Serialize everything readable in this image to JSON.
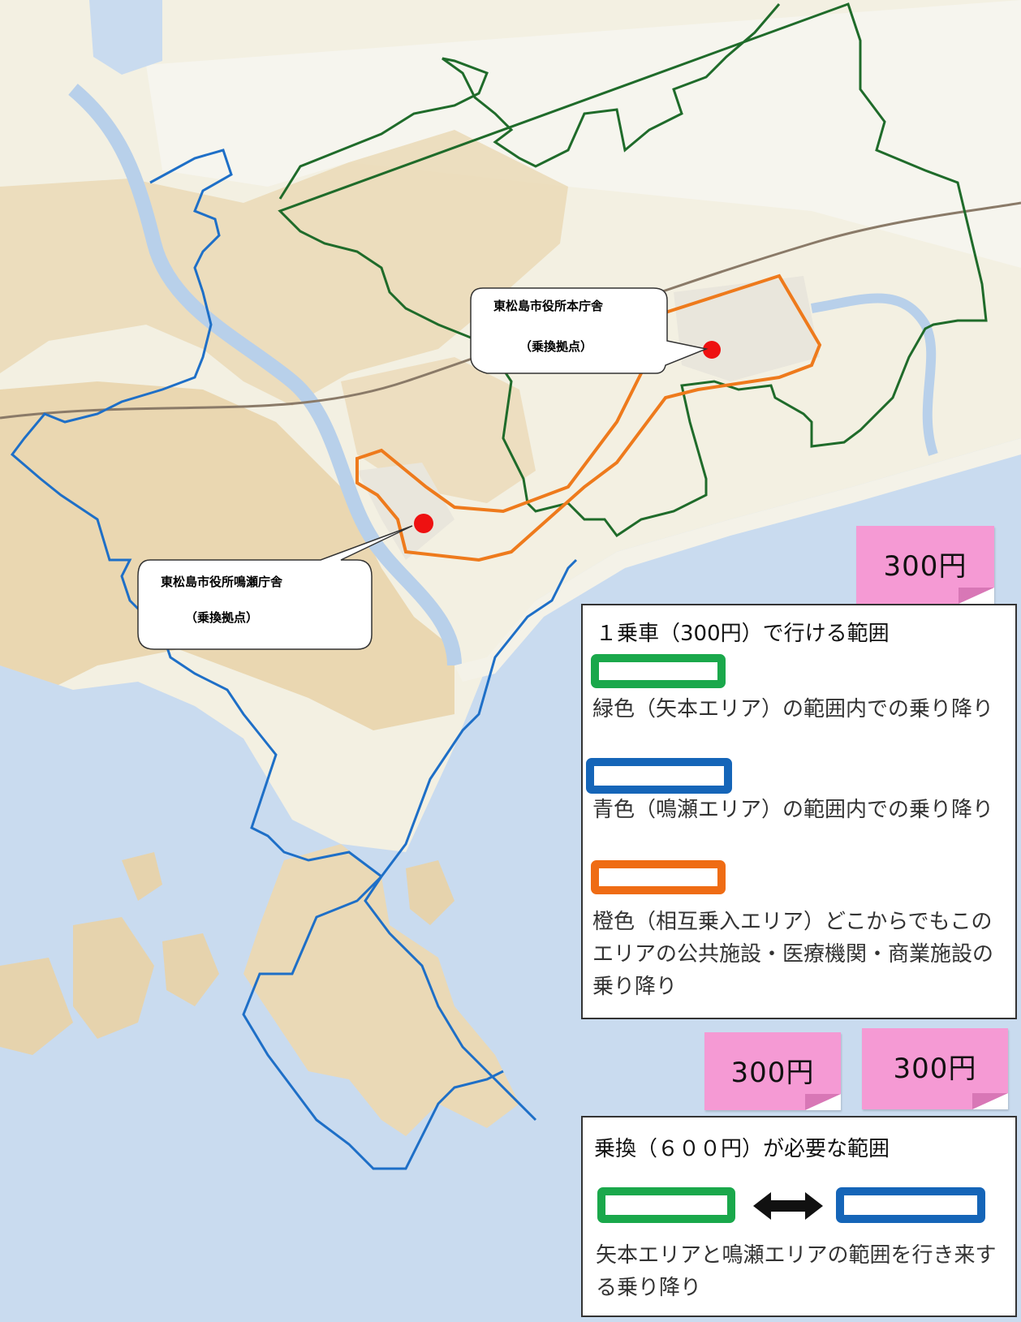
{
  "colors": {
    "green": "#1aa84b",
    "blue": "#1565b8",
    "orange": "#ef6c14",
    "pink": "#f59ad4",
    "map_bg": "#f3f0e2",
    "sea": "#c9dbef",
    "land": "#ead9b6",
    "paddy": "#f1efe6",
    "green_line": "#1f6b2a",
    "blue_line": "#1e6fc7",
    "orange_line": "#ee7a1c",
    "marker": "#ee1111"
  },
  "callouts": [
    {
      "id": "honcho",
      "name": "東松島市役所本庁舎",
      "sub": "（乗換拠点）"
    },
    {
      "id": "naruse",
      "name": "東松島市役所鳴瀬庁舎",
      "sub": "（乗換拠点）"
    }
  ],
  "prices": {
    "top": "300円",
    "left": "300円",
    "right": "300円"
  },
  "legend1": {
    "title": "１乗車（300円）で行ける範囲",
    "green_text": "緑色（矢本エリア）の範囲内での乗り降り",
    "blue_text": "青色（鳴瀬エリア）の範囲内での乗り降り",
    "orange_text": "橙色（相互乗入エリア）どこからでもこのエリアの公共施設・医療機関・商業施設の乗り降り"
  },
  "legend2": {
    "title": "乗換（６００円）が必要な範囲",
    "text": "矢本エリアと鳴瀬エリアの範囲を行き来する乗り降り",
    "arrow_icon": "double-arrow-icon"
  }
}
